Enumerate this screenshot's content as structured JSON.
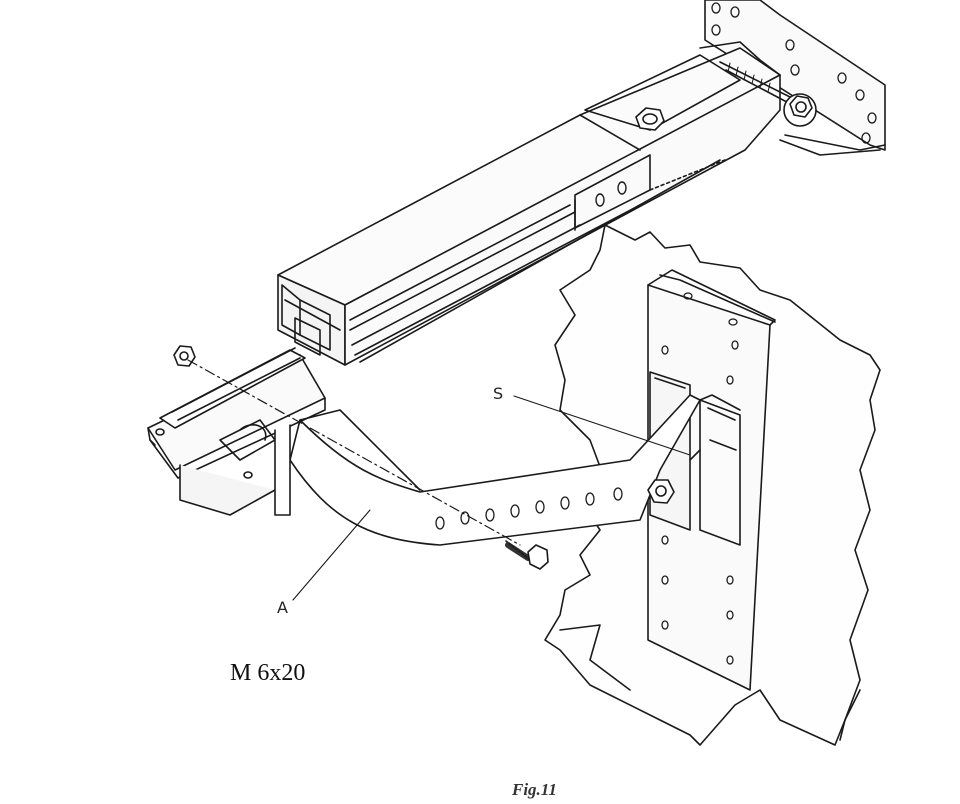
{
  "labels": {
    "support": "S",
    "arm": "A",
    "screw_spec": "M 6x20",
    "figure_caption": "Fig.11"
  }
}
